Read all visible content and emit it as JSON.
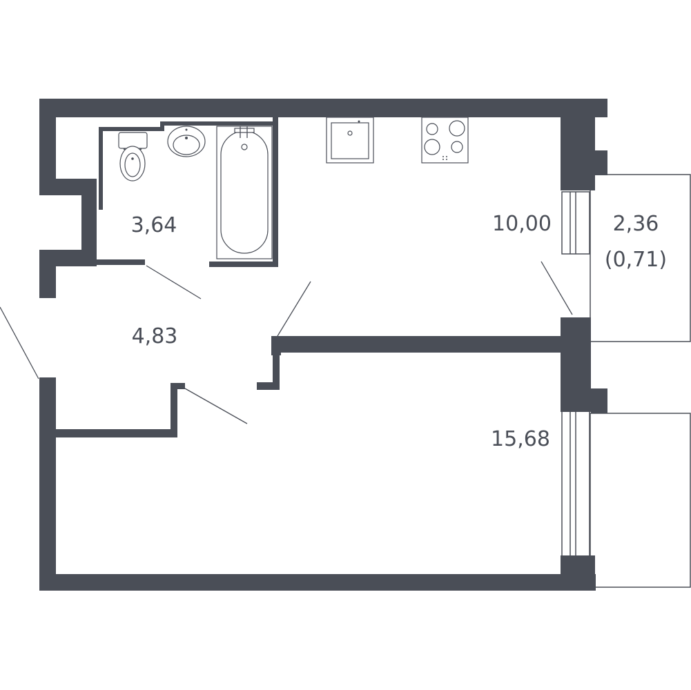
{
  "rooms": {
    "bathroom": {
      "area": "3,64"
    },
    "kitchen": {
      "area": "10,00"
    },
    "balcony": {
      "area": "2,36",
      "reduced_area": "(0,71)"
    },
    "hallway": {
      "area": "4,83"
    },
    "living_room": {
      "area": "15,68"
    }
  },
  "colors": {
    "wall": "#4a4e57",
    "background": "#ffffff"
  },
  "icons": [
    "toilet-icon",
    "washbasin-icon",
    "bathtub-icon",
    "kitchen-sink-icon",
    "cooktop-icon"
  ]
}
